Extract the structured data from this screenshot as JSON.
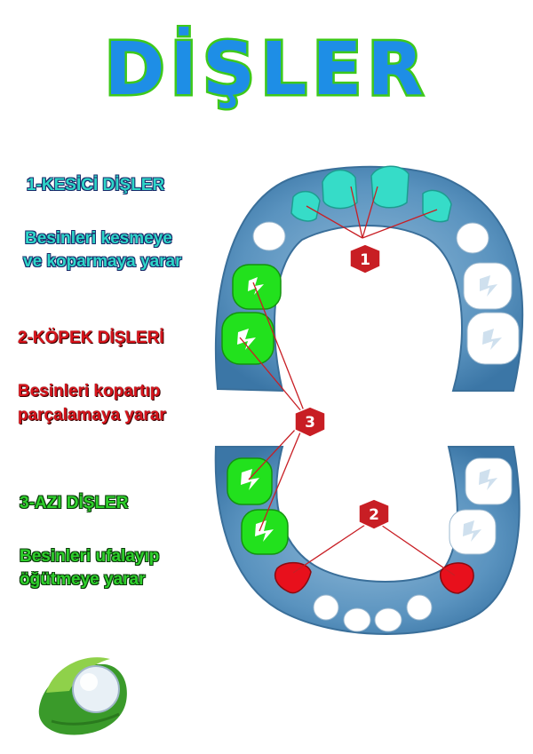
{
  "title": "DİŞLER",
  "colors": {
    "title_fill": "#1e8ee6",
    "title_outline": "#3ec91a",
    "gum": "#4a88b6",
    "incisor": "#36dcc8",
    "canine": "#e8101c",
    "molar": "#22e11d",
    "tooth_white": "#ffffff",
    "badge": "#c81e24"
  },
  "sections": [
    {
      "heading": "1-KESİCİ DİŞLER",
      "lines": [
        "Besinleri kesmeye",
        "ve koparmaya yarar"
      ]
    },
    {
      "heading": "2-KÖPEK DİŞLERİ",
      "lines": [
        "Besinleri kopartıp",
        "parçalamaya yarar"
      ]
    },
    {
      "heading": "3-AZI DİŞLER",
      "lines": [
        "Besinleri ufalayıp",
        "öğütmeye yarar"
      ]
    }
  ],
  "badges": {
    "incisor": "1",
    "canine": "2",
    "molar": "3"
  },
  "logo": {
    "icon": "leaf-globe-logo"
  }
}
